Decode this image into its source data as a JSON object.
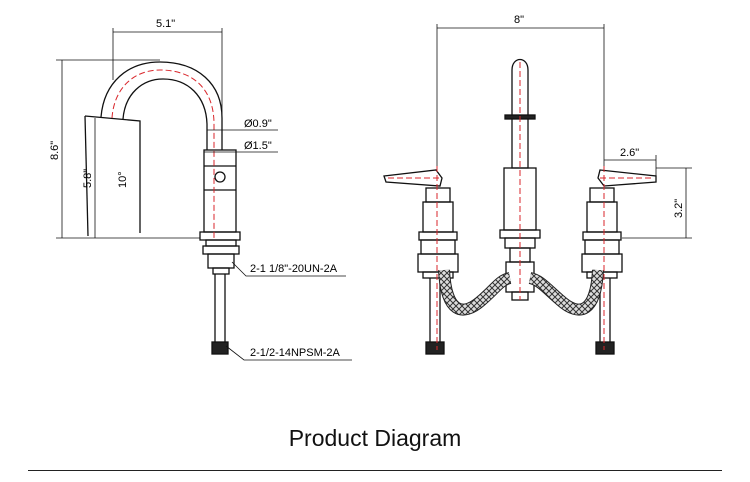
{
  "caption": "Product Diagram",
  "dimensions": {
    "spout_reach": "5.1\"",
    "overall_height": "8.6\"",
    "spout_height": "5.8\"",
    "spout_angle": "10°",
    "spout_tube_dia": "Ø0.9\"",
    "base_dia": "Ø1.5\"",
    "center_spread": "8\"",
    "handle_length": "2.6\"",
    "handle_height": "3.2\""
  },
  "thread_labels": {
    "shank_thread": "2-1 1/8\"-20UN-2A",
    "inlet_thread": "2-1/2-14NPSM-2A"
  },
  "colors": {
    "line": "#111111",
    "centerline": "#d9262b",
    "hose": "#555555"
  }
}
